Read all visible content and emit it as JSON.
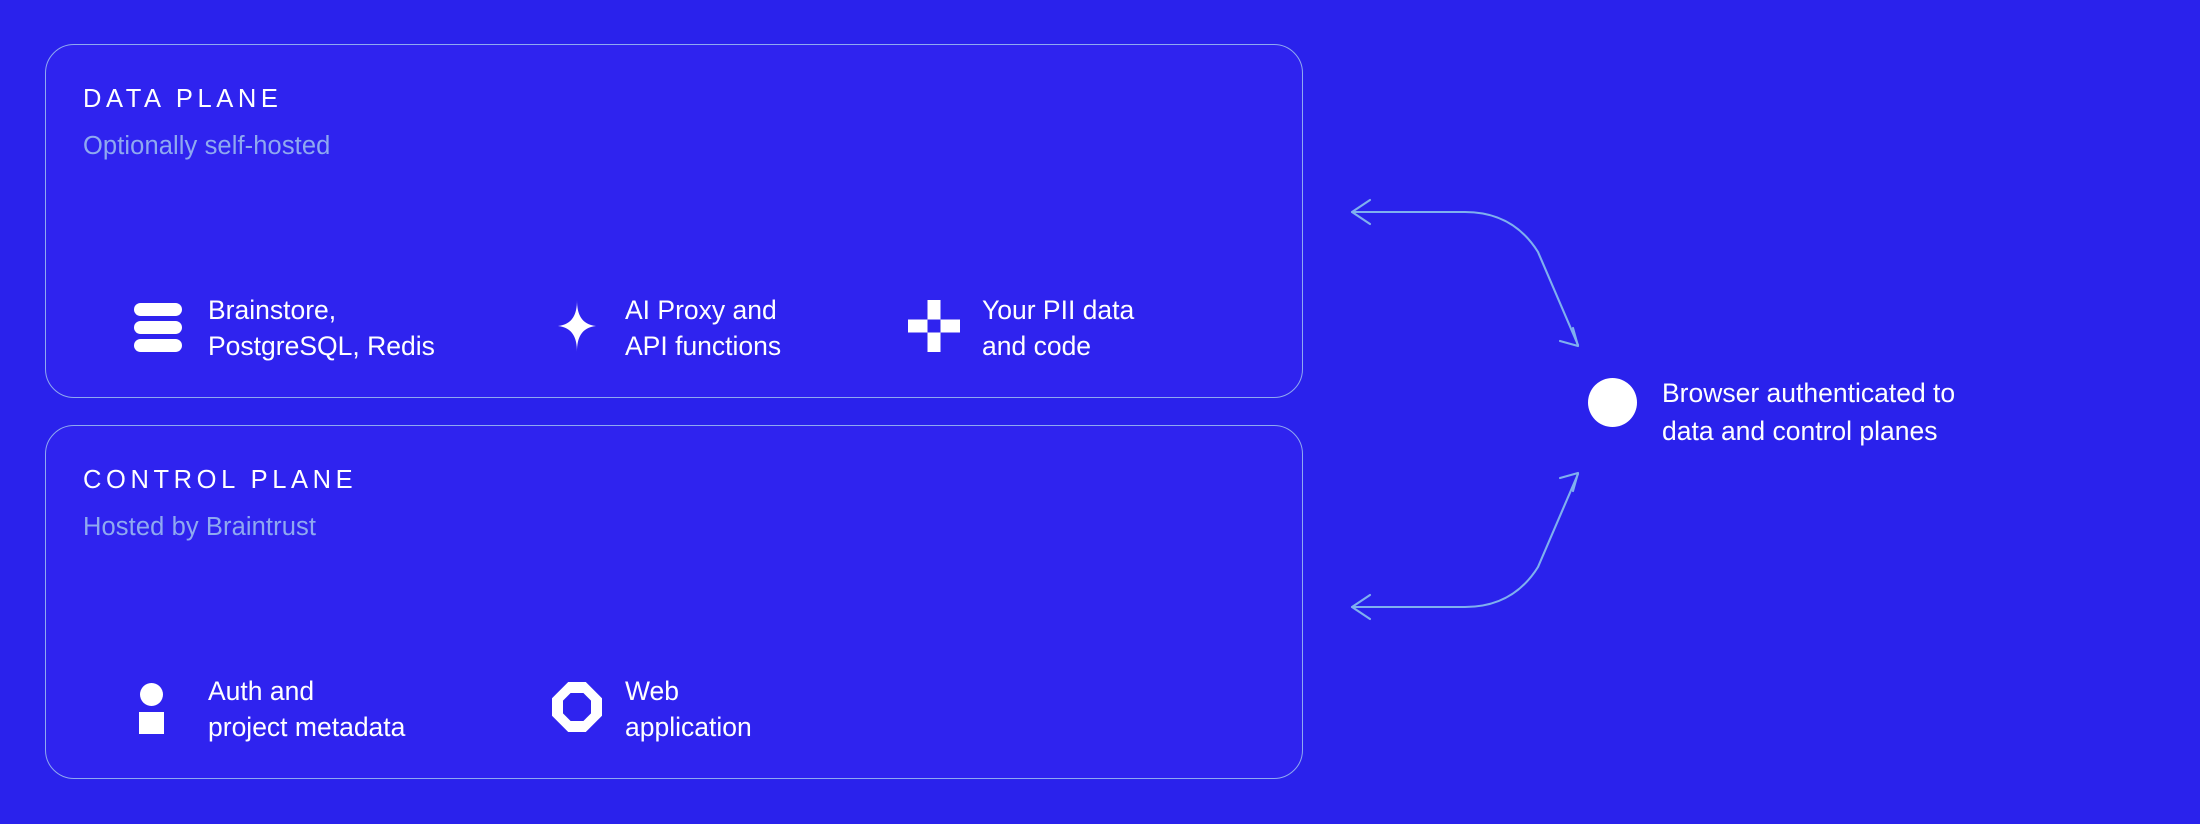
{
  "theme": {
    "background": "#2a22ec",
    "card_fill": "#2f23ef",
    "card_border": "#8fa9f0",
    "text_primary": "#ffffff",
    "text_muted": "#8fa9f0",
    "connector": "#7fb0ef"
  },
  "planes": [
    {
      "heading": "DATA PLANE",
      "subheading": "Optionally self-hosted",
      "features": [
        {
          "icon": "stack-icon",
          "label": "Brainstore,\nPostgreSQL, Redis"
        },
        {
          "icon": "sparkle-icon",
          "label": "AI Proxy and\nAPI functions"
        },
        {
          "icon": "plus-icon",
          "label": "Your PII data\nand code"
        }
      ]
    },
    {
      "heading": "CONTROL PLANE",
      "subheading": "Hosted by Braintrust",
      "features": [
        {
          "icon": "person-icon",
          "label": "Auth and\nproject metadata"
        },
        {
          "icon": "octagon-icon",
          "label": "Web\napplication"
        }
      ]
    }
  ],
  "browser": {
    "icon": "circle-icon",
    "label": "Browser authenticated to\ndata and control planes"
  },
  "connectors": [
    {
      "name": "data-plane-to-browser",
      "direction": "bidirectional"
    },
    {
      "name": "control-plane-to-browser",
      "direction": "bidirectional"
    }
  ]
}
